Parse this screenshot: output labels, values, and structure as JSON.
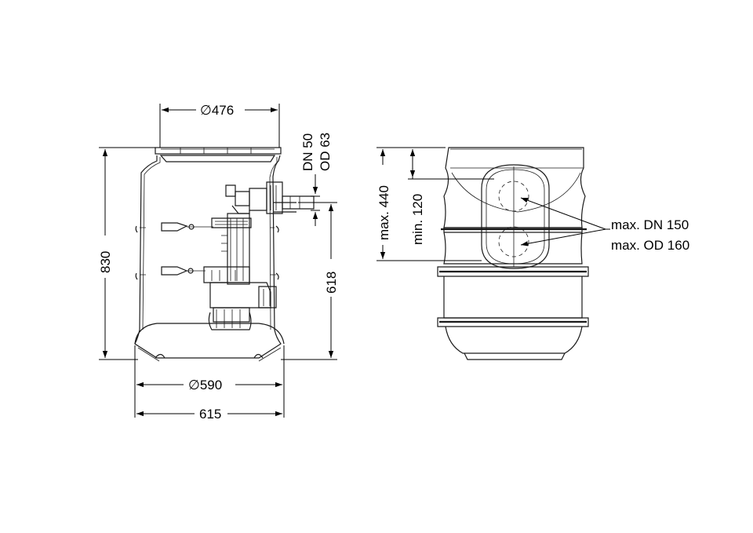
{
  "dimensions": {
    "top_diameter": "476",
    "height_total": "830",
    "inlet_height": "618",
    "bottom_diameter": "590",
    "overall_width": "615",
    "pipe_dn": "DN 50",
    "pipe_od": "OD 63",
    "max_inlet_depth": "max. 440",
    "min_inlet_depth": "min. 120",
    "inlet_max_dn": "max. DN 150",
    "inlet_max_od": "max. OD 160",
    "diameter_symbol": "∅"
  }
}
